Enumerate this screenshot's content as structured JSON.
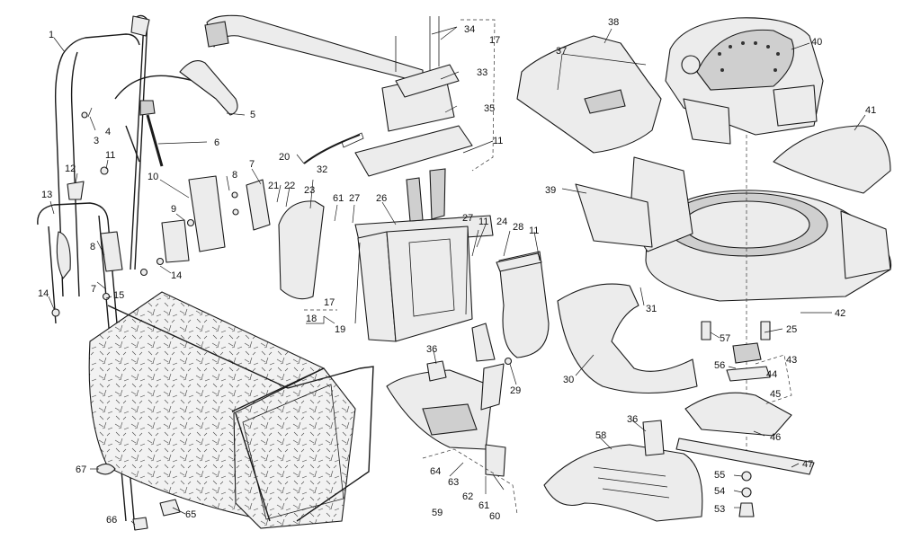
{
  "callouts": [
    "1",
    "3",
    "4",
    "5",
    "6",
    "7",
    "8",
    "9",
    "10",
    "11",
    "12",
    "13",
    "14",
    "15",
    "17",
    "18",
    "19",
    "20",
    "21",
    "22",
    "23",
    "24",
    "25",
    "26",
    "27",
    "28",
    "29",
    "30",
    "31",
    "32",
    "33",
    "34",
    "35",
    "36",
    "37",
    "38",
    "39",
    "40",
    "41",
    "42",
    "43",
    "44",
    "45",
    "46",
    "47",
    "53",
    "54",
    "55",
    "56",
    "57",
    "58",
    "59",
    "60",
    "61",
    "62",
    "63",
    "64",
    "65",
    "66",
    "67"
  ],
  "labels": [
    {
      "id": "1",
      "t": "1"
    },
    {
      "id": "3",
      "t": "3"
    },
    {
      "id": "4",
      "t": "4"
    },
    {
      "id": "5",
      "t": "5"
    },
    {
      "id": "6",
      "t": "6"
    },
    {
      "id": "7a",
      "t": "7"
    },
    {
      "id": "7b",
      "t": "7"
    },
    {
      "id": "8a",
      "t": "8"
    },
    {
      "id": "8b",
      "t": "8"
    },
    {
      "id": "9",
      "t": "9"
    },
    {
      "id": "10",
      "t": "10"
    },
    {
      "id": "11a",
      "t": "11"
    },
    {
      "id": "11b",
      "t": "11"
    },
    {
      "id": "11c",
      "t": "11"
    },
    {
      "id": "11d",
      "t": "11"
    },
    {
      "id": "12",
      "t": "12"
    },
    {
      "id": "13",
      "t": "13"
    },
    {
      "id": "14a",
      "t": "14"
    },
    {
      "id": "14b",
      "t": "14"
    },
    {
      "id": "15",
      "t": "15"
    },
    {
      "id": "17a",
      "t": "17"
    },
    {
      "id": "17b",
      "t": "17"
    },
    {
      "id": "18",
      "t": "18"
    },
    {
      "id": "19",
      "t": "19"
    },
    {
      "id": "20",
      "t": "20"
    },
    {
      "id": "21",
      "t": "21"
    },
    {
      "id": "22",
      "t": "22"
    },
    {
      "id": "23",
      "t": "23"
    },
    {
      "id": "24",
      "t": "24"
    },
    {
      "id": "25",
      "t": "25"
    },
    {
      "id": "26",
      "t": "26"
    },
    {
      "id": "27a",
      "t": "27"
    },
    {
      "id": "27b",
      "t": "27"
    },
    {
      "id": "28",
      "t": "28"
    },
    {
      "id": "29",
      "t": "29"
    },
    {
      "id": "30",
      "t": "30"
    },
    {
      "id": "31",
      "t": "31"
    },
    {
      "id": "32",
      "t": "32"
    },
    {
      "id": "33",
      "t": "33"
    },
    {
      "id": "34",
      "t": "34"
    },
    {
      "id": "35",
      "t": "35"
    },
    {
      "id": "36a",
      "t": "36"
    },
    {
      "id": "36b",
      "t": "36"
    },
    {
      "id": "37",
      "t": "37"
    },
    {
      "id": "38",
      "t": "38"
    },
    {
      "id": "39",
      "t": "39"
    },
    {
      "id": "40",
      "t": "40"
    },
    {
      "id": "41",
      "t": "41"
    },
    {
      "id": "42",
      "t": "42"
    },
    {
      "id": "43",
      "t": "43"
    },
    {
      "id": "44",
      "t": "44"
    },
    {
      "id": "45",
      "t": "45"
    },
    {
      "id": "46",
      "t": "46"
    },
    {
      "id": "47",
      "t": "47"
    },
    {
      "id": "53",
      "t": "53"
    },
    {
      "id": "54",
      "t": "54"
    },
    {
      "id": "55",
      "t": "55"
    },
    {
      "id": "56",
      "t": "56"
    },
    {
      "id": "57",
      "t": "57"
    },
    {
      "id": "58",
      "t": "58"
    },
    {
      "id": "59",
      "t": "59"
    },
    {
      "id": "60",
      "t": "60"
    },
    {
      "id": "61a",
      "t": "61"
    },
    {
      "id": "61b",
      "t": "61"
    },
    {
      "id": "62",
      "t": "62"
    },
    {
      "id": "63",
      "t": "63"
    },
    {
      "id": "64",
      "t": "64"
    },
    {
      "id": "65",
      "t": "65"
    },
    {
      "id": "66",
      "t": "66"
    },
    {
      "id": "67",
      "t": "67"
    }
  ],
  "colors": {
    "line": "#1a1a1a",
    "fill": "#ececec",
    "shade": "#cfcfcf",
    "background": "#ffffff"
  }
}
